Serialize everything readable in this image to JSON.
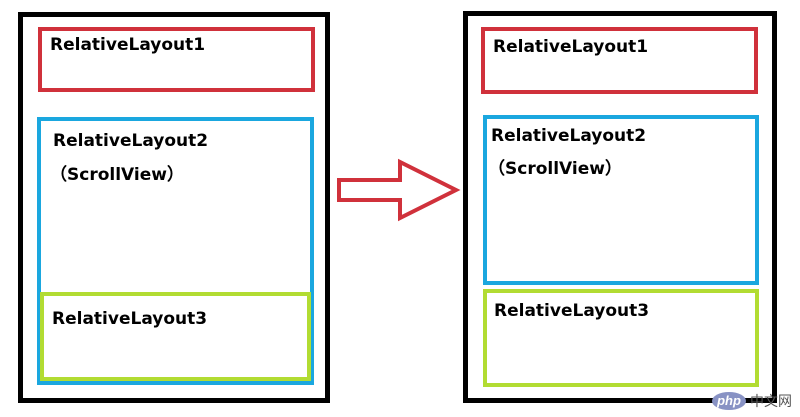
{
  "colors": {
    "frame": "#000000",
    "layout1_border": "#d0313b",
    "layout2_border": "#1aa7df",
    "layout3_border": "#b2dc32",
    "arrow": "#d0313b"
  },
  "left_panel": {
    "layout1_label": "RelativeLayout1",
    "layout2_label": "RelativeLayout2",
    "layout2_sublabel": "（ScrollView）",
    "layout3_label": "RelativeLayout3"
  },
  "right_panel": {
    "layout1_label": "RelativeLayout1",
    "layout2_label": "RelativeLayout2",
    "layout2_sublabel": "（ScrollView）",
    "layout3_label": "RelativeLayout3"
  },
  "arrow_icon": "right-arrow-outline",
  "watermark": {
    "badge": "php",
    "text": "中文网"
  }
}
